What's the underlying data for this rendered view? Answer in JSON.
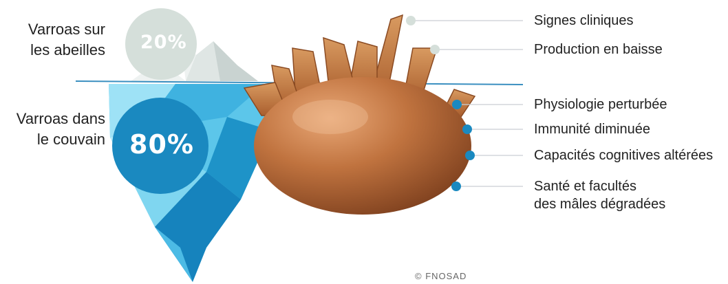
{
  "left_labels": {
    "top": [
      "Varroas sur",
      "les abeilles"
    ],
    "bottom": [
      "Varroas dans",
      "le couvain"
    ]
  },
  "percentages": {
    "visible": "20%",
    "hidden": "80%"
  },
  "visible_effects": [
    "Signes cliniques",
    "Production en baisse"
  ],
  "hidden_effects": [
    "Physiologie perturbée",
    "Immunité diminuée",
    "Capacités cognitives altérées",
    [
      "Santé et facultés",
      "des mâles dégradées"
    ]
  ],
  "credit": "© FNOSAD",
  "colors": {
    "visible_marker": "#d5dfda",
    "hidden_marker": "#1a89c0",
    "iceberg_light": "#7fd6f0",
    "iceberg_dark": "#1683bd",
    "mite": "#c0733f",
    "waterline": "#3a8fc0"
  }
}
